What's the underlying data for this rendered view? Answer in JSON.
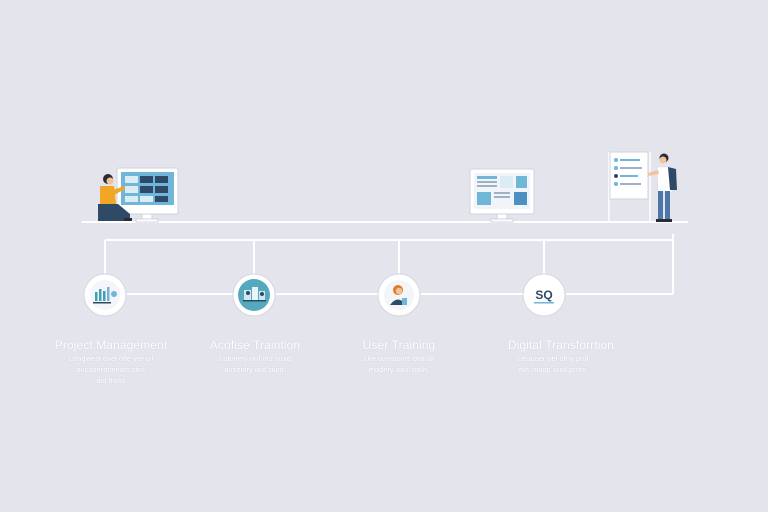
{
  "colors": {
    "background": "#e3e4ec",
    "line": "#ffffff",
    "accent_blue": "#6fb6d8",
    "accent_teal": "#3f9fb3",
    "figure_orange": "#f1a626",
    "figure_navy": "#2e4a66"
  },
  "steps": [
    {
      "title": "Project Management",
      "desc_1": "Longwest ovel ofle yer oil",
      "desc_2": "oucoseratmeats stoc",
      "desc_3": "aid froos",
      "icon": "chart-bars-icon"
    },
    {
      "title": "Acofise Traintion",
      "desc_1": "Loipnery ouf ots sroid",
      "desc_2": "ouseoiry outl purit.",
      "desc_3": "",
      "icon": "team-gallery-icon"
    },
    {
      "title": "User Training",
      "desc_1": "Lke overoonts ofal all",
      "desc_2": "modery oaul pruh.",
      "desc_3": "",
      "icon": "user-icon"
    },
    {
      "title": "Digital Transforrtion",
      "desc_1": "Leupoer oel ofny prol",
      "desc_2": "ovs moop ouul prots.",
      "desc_3": "",
      "icon": "sq-search-icon"
    }
  ],
  "icons": {
    "monitor": "monitor-icon",
    "dashboard": "dashboard-monitor-icon",
    "board": "presentation-board-icon",
    "sitting_person": "sitting-person-icon",
    "presenter": "presenter-person-icon"
  },
  "node_label": "SQ"
}
